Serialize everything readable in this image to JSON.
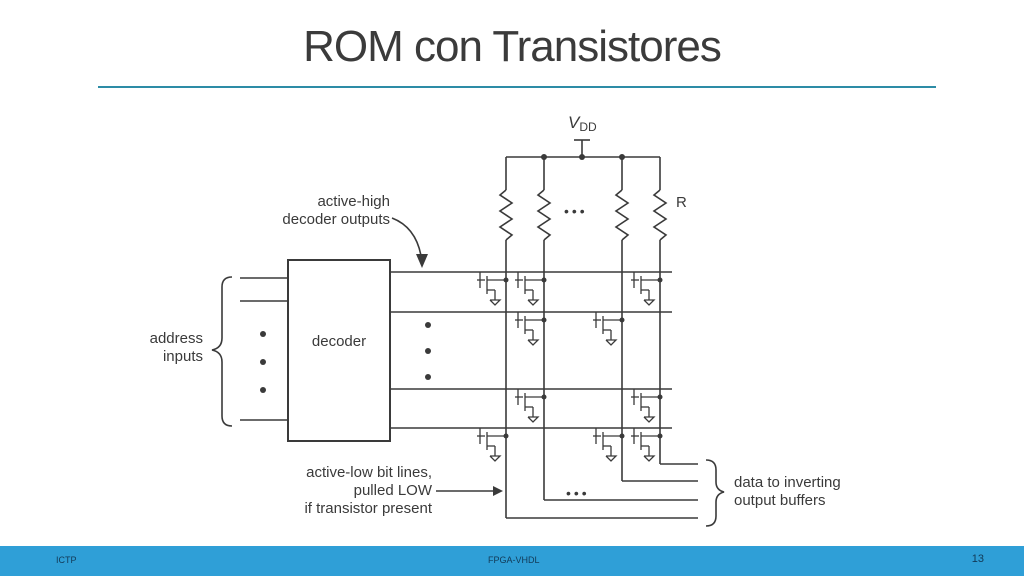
{
  "slide": {
    "title": "ROM con Transistores"
  },
  "diagram": {
    "vdd_label": "V",
    "vdd_sub": "DD",
    "resistor_label": "R",
    "decoder_label": "decoder",
    "address_label_1": "address",
    "address_label_2": "inputs",
    "decoder_outputs_label_1": "active-high",
    "decoder_outputs_label_2": "decoder outputs",
    "bitlines_label_1": "active-low bit lines,",
    "bitlines_label_2": "pulled LOW",
    "bitlines_label_3": "if transistor present",
    "data_label_1": "data to inverting",
    "data_label_2": "output buffers",
    "ellipsis": "•••"
  },
  "footer": {
    "left": "ICTP",
    "center": "FPGA-VHDL",
    "page_number": "13"
  },
  "colors": {
    "accent_rule": "#2d8ca6",
    "footer_bar": "#2f9fd7",
    "ink": "#3a3a3a"
  }
}
